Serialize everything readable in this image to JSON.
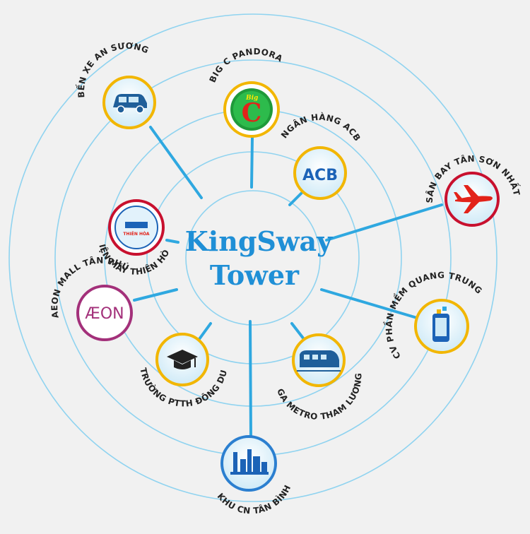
{
  "center": {
    "title_line1": "KingSway",
    "title_line2": "Tower"
  },
  "pois": [
    {
      "id": "ben-xe-an-suong",
      "label": "BẾN XE AN SƯƠNG",
      "icon": "car-icon",
      "ring": "#f2b600",
      "accent": "#1f5f9a"
    },
    {
      "id": "big-c-pandora",
      "label": "BIG C PANDORA",
      "icon": "big-c-logo-icon",
      "ring": "#f2b600",
      "accent": "#e2231a",
      "logo_small": "Big",
      "logo_big": "C"
    },
    {
      "id": "ngan-hang-acb",
      "label": "NGÂN HÀNG ACB",
      "icon": "acb-logo-icon",
      "ring": "#f2b600",
      "accent": "#1c63b7",
      "logo_text": "ACB"
    },
    {
      "id": "san-bay-tan-son-nhat",
      "label": "SÂN BAY TÂN SƠN NHẤT",
      "icon": "airplane-icon",
      "ring": "#c8102e",
      "accent": "#e2231a"
    },
    {
      "id": "dien-may-thien-hoa",
      "label": "ĐIỆN MÁY THIÊN HÒA",
      "icon": "thien-hoa-logo-icon",
      "ring": "#c8102e",
      "accent": "#e2231a",
      "logo_small": "THIÊN HÒA"
    },
    {
      "id": "aeon-mall-tan-phu",
      "label": "AEON MALL TÂN PHÚ",
      "icon": "aeon-logo-icon",
      "ring": "#a3307a",
      "accent": "#a3307a",
      "logo_text": "ÆON"
    },
    {
      "id": "truong-pтth-dong-du",
      "label": "TRƯỜNG PTTH ĐÔNG DU",
      "icon": "graduation-cap-icon",
      "ring": "#f2b600",
      "accent": "#222222"
    },
    {
      "id": "ga-metro-tham-luong",
      "label": "GA METRO THAM LƯƠNG",
      "icon": "metro-train-icon",
      "ring": "#f2b600",
      "accent": "#1f5f9a"
    },
    {
      "id": "cv-phan-mem-quang-trung",
      "label": "CV PHẦN MỀM QUANG TRUNG",
      "icon": "smartphone-icon",
      "ring": "#f2b600",
      "accent": "#1c63b7"
    },
    {
      "id": "khu-cn-tan-binh",
      "label": "KHU CN TÂN BÌNH",
      "icon": "factory-icon",
      "ring": "#2b7fd0",
      "accent": "#1c63b7"
    }
  ]
}
